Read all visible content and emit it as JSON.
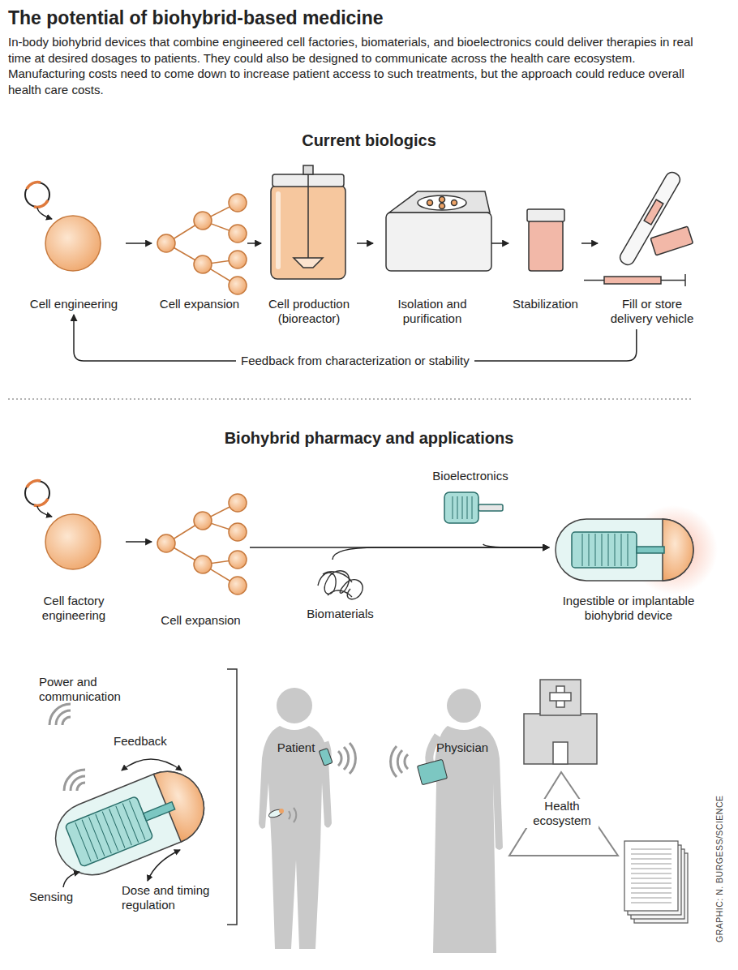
{
  "diagram": {
    "title": "The potential of biohybrid-based medicine",
    "caption": "In-body biohybrid devices that combine engineered cell factories, biomaterials, and bioelectronics could deliver therapies in real time at desired dosages to patients. They could also be designed to communicate across the health care ecosystem. Manufacturing costs need to come down to increase patient access to such treatments, but the approach could reduce overall health care costs.",
    "nodes": [
      {
        "text": [
          "Cell engineering"
        ]
      },
      {
        "text": [
          "Cell expansion"
        ]
      },
      {
        "text": [
          "Cell production (bioreactor)"
        ]
      },
      {
        "text": [
          "Isolation and purification"
        ]
      },
      {
        "text": [
          "Stabilization"
        ]
      },
      {
        "text": [
          "Fill or store delivery vehicle"
        ]
      },
      {
        "text": [
          "Cell factory engineering"
        ]
      },
      {
        "text": [
          "Cell expansion"
        ]
      },
      {
        "text": [
          "Biomaterials"
        ]
      },
      {
        "text": [
          "Bioelectronics"
        ]
      },
      {
        "text": [
          "Ingestible or implantable biohybrid device"
        ]
      },
      {
        "text": [
          "Patient"
        ]
      },
      {
        "text": [
          "Physician"
        ]
      }
    ],
    "edges": [
      {
        "from": 0,
        "to": 1,
        "arrow": "to"
      },
      {
        "from": 1,
        "to": 2,
        "arrow": "to"
      },
      {
        "from": 2,
        "to": 3,
        "arrow": "to"
      },
      {
        "from": 3,
        "to": 4,
        "arrow": "to"
      },
      {
        "from": 4,
        "to": 5,
        "arrow": "to"
      },
      {
        "from": 5,
        "to": 0,
        "label": "Feedback from characterization or stability",
        "arrow": "to"
      },
      {
        "from": 6,
        "to": 7,
        "arrow": "to"
      },
      {
        "from": 7,
        "to": 10,
        "arrow": "to"
      },
      {
        "from": 8,
        "to": 10,
        "arrow": "to"
      },
      {
        "from": 9,
        "to": 10,
        "arrow": "to"
      }
    ],
    "labels": [
      "Current biologics",
      "Biohybrid pharmacy and applications",
      "Power and communication",
      "Feedback",
      "Sensing",
      "Dose and timing regulation",
      "Health ecosystem",
      "GRAPHIC: N. BURGESS/SCIENCE"
    ]
  }
}
